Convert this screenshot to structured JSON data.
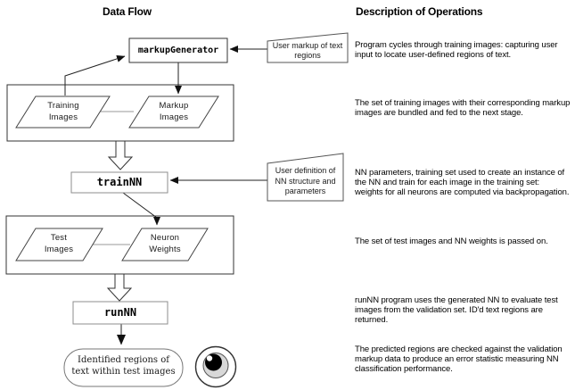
{
  "titles": {
    "left": "Data Flow",
    "right": "Description of Operations"
  },
  "nodes": {
    "markup_generator": {
      "label": "markupGenerator"
    },
    "user_markup_input": {
      "label": "User markup of text\nregions"
    },
    "training_images": {
      "label": "Training\nImages"
    },
    "markup_images": {
      "label": "Markup\nImages"
    },
    "train_nn": {
      "label": "trainNN"
    },
    "user_nn_definition": {
      "label": "User definition of\nNN structure and\nparameters"
    },
    "test_images": {
      "label": "Test\nImages"
    },
    "neuron_weights": {
      "label": "Neuron\nWeights"
    },
    "run_nn": {
      "label": "runNN"
    },
    "identified_regions": {
      "label": "Identified regions of\ntext within test images"
    }
  },
  "descriptions": [
    "Program cycles through training images: capturing user\ninput to locate user-defined regions of text.",
    "The set of training images with their corresponding markup\nimages are bundled and fed to the next stage.",
    "NN parameters, training set used to create an instance of\nthe NN and train for each image in the training set:\nweights for all neurons are computed via backpropagation.",
    "The set of test images and NN weights is passed on.",
    "runNN program uses the generated NN to evaluate test\nimages from the validation set. ID'd text regions are\nreturned.",
    "The predicted regions are checked against the validation\nmarkup data to produce an error statistic measuring NN\nclassification performance."
  ],
  "icons": {
    "result_viewer": "eye-icon"
  },
  "colors": {
    "line": "#222222",
    "box_border": "#333333",
    "soft_border": "#8c8c8c",
    "connector_gray": "#9a9a9a",
    "eye_iris": "#d8d8d8",
    "eye_pupil": "#000000",
    "background": "#ffffff"
  }
}
